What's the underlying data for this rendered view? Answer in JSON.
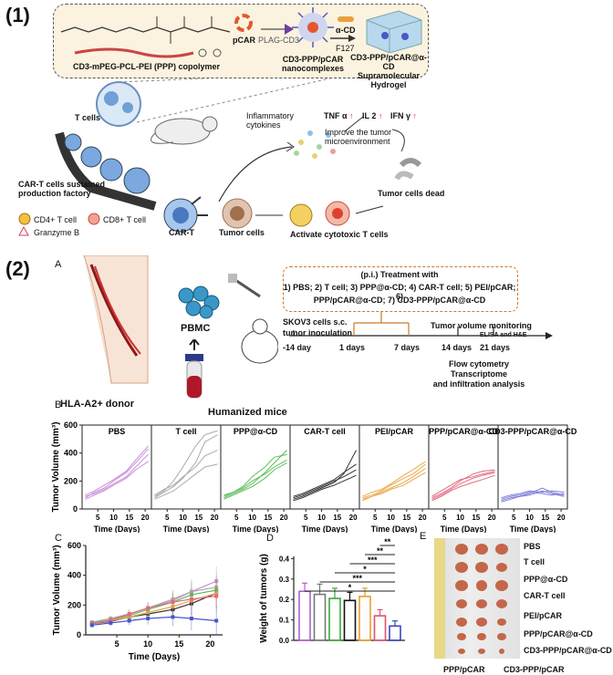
{
  "panel1": {
    "label": "(1)",
    "copolymer_label": "CD3-mPEG-PCL-PEI (PPP) copolymer",
    "pcar": "pCAR",
    "plag": "PLAG-CD3",
    "nano_label": "CD3-PPP/pCAR nanocomplexes",
    "acd": "α-CD",
    "f127": "F127",
    "hydrogel_label1": "CD3-PPP/pCAR@α-CD",
    "hydrogel_label2": "Supramolecular Hydrogel",
    "tcells": "T cells",
    "factory1": "CAR-T cells sustained",
    "factory2": "production factory",
    "inflam1": "Inflammatory",
    "inflam2": "cytokines",
    "tnf": "TNF α",
    "il2": "IL 2",
    "ifn": "IFN γ",
    "improve1": "Improve the tumor",
    "improve2": "microenvironment",
    "dead": "Tumor cells dead",
    "cd4": "CD4+ T cell",
    "cd8": "CD8+ T cell",
    "granzyme": "Granzyme B",
    "cart": "CAR-T",
    "tumor": "Tumor cells",
    "activate": "Activate cytotoxic T cells"
  },
  "panel2": {
    "label": "(2)",
    "subA": "A",
    "subB": "B",
    "subC": "C",
    "subD": "D",
    "subE": "E",
    "pbmc": "PBMC",
    "donor": "HLA-A2+ donor",
    "humanized": "Humanized mice",
    "treat_title": "(p.i.) Treatment with",
    "treat_line1": "1) PBS; 2) T cell; 3) PPP@α-CD; 4) CAR-T cell; 5) PEI/pCAR; 6)",
    "treat_line2": "PPP/pCAR@α-CD; 7) CD3-PPP/pCAR@α-CD",
    "skov1": "SKOV3 cells s.c.",
    "skov2": "tumor inoculation",
    "monitor": "Tumor volume monitoring",
    "elisa": "ELISA and H&E",
    "flow1": "Flow cytometry",
    "flow2": "Transcriptome",
    "flow3": "and infiltration analysis",
    "timeline": [
      "-14 day",
      "1 days",
      "7 days",
      "14 days",
      "21 days"
    ]
  },
  "chart_data": [
    {
      "type": "line",
      "id": "B",
      "xlabel": "Time (Days)",
      "ylabel": "Tumor Volume (mm³)",
      "ylim": [
        0,
        600
      ],
      "yticks": [
        0,
        200,
        400,
        600
      ],
      "xticks": [
        5,
        10,
        15,
        20
      ],
      "x": [
        1,
        4,
        7,
        10,
        14,
        17,
        21
      ],
      "panels": [
        {
          "title": "PBS",
          "color": "#c98fd6",
          "lines": [
            [
              80,
              120,
              150,
              200,
              260,
              330,
              430
            ],
            [
              90,
              110,
              140,
              180,
              230,
              300,
              390
            ],
            [
              70,
              100,
              130,
              170,
              220,
              280,
              340
            ],
            [
              100,
              130,
              170,
              210,
              270,
              350,
              450
            ]
          ]
        },
        {
          "title": "T cell",
          "color": "#aaaaaa",
          "lines": [
            [
              90,
              130,
              200,
              300,
              450,
              530,
              560
            ],
            [
              80,
              120,
              160,
              220,
              330,
              480,
              530
            ],
            [
              100,
              140,
              170,
              230,
              300,
              380,
              420
            ],
            [
              70,
              100,
              130,
              180,
              250,
              300,
              320
            ]
          ]
        },
        {
          "title": "PPP@α-CD",
          "color": "#5cbd5c",
          "lines": [
            [
              80,
              110,
              140,
              180,
              260,
              330,
              420
            ],
            [
              90,
              120,
              150,
              200,
              250,
              300,
              350
            ],
            [
              70,
              100,
              130,
              160,
              220,
              280,
              330
            ],
            [
              100,
              120,
              160,
              230,
              300,
              370,
              390
            ]
          ]
        },
        {
          "title": "CAR-T cell",
          "color": "#333333",
          "lines": [
            [
              70,
              90,
              120,
              150,
              190,
              250,
              420
            ],
            [
              80,
              100,
              130,
              160,
              200,
              230,
              280
            ],
            [
              60,
              80,
              110,
              140,
              170,
              200,
              240
            ],
            [
              90,
              110,
              140,
              170,
              210,
              260,
              320
            ]
          ]
        },
        {
          "title": "PEI/pCAR",
          "color": "#e8a84a",
          "lines": [
            [
              80,
              100,
              130,
              170,
              220,
              250,
              320
            ],
            [
              70,
              90,
              120,
              150,
              190,
              230,
              290
            ],
            [
              90,
              120,
              140,
              180,
              240,
              280,
              340
            ],
            [
              60,
              90,
              110,
              140,
              170,
              210,
              260
            ]
          ]
        },
        {
          "title": "PPP/pCAR@α-CD",
          "color": "#e06a80",
          "lines": [
            [
              70,
              100,
              140,
              180,
              220,
              240,
              260
            ],
            [
              80,
              110,
              150,
              200,
              250,
              270,
              280
            ],
            [
              60,
              90,
              130,
              160,
              190,
              210,
              240
            ],
            [
              90,
              130,
              170,
              210,
              230,
              250,
              270
            ]
          ]
        },
        {
          "title": "CD3-PPP/pCAR@α-CD",
          "color": "#7d7fd6",
          "lines": [
            [
              60,
              80,
              90,
              110,
              150,
              120,
              100
            ],
            [
              70,
              90,
              100,
              120,
              110,
              100,
              110
            ],
            [
              50,
              70,
              90,
              100,
              130,
              110,
              90
            ],
            [
              80,
              100,
              110,
              130,
              120,
              130,
              120
            ]
          ]
        }
      ]
    },
    {
      "type": "line",
      "id": "C",
      "xlabel": "Time (Days)",
      "ylabel": "Tumor Volume (mm³)",
      "ylim": [
        0,
        600
      ],
      "yticks": [
        0,
        200,
        400,
        600
      ],
      "xticks": [
        5,
        10,
        15,
        20
      ],
      "x": [
        1,
        4,
        7,
        10,
        14,
        17,
        21
      ],
      "series": [
        {
          "color": "#c98fd6",
          "values": [
            80,
            100,
            140,
            180,
            230,
            290,
            360
          ]
        },
        {
          "color": "#aaaaaa",
          "values": [
            85,
            110,
            140,
            180,
            240,
            290,
            320
          ]
        },
        {
          "color": "#5cbd5c",
          "values": [
            80,
            100,
            130,
            170,
            220,
            270,
            300
          ]
        },
        {
          "color": "#333333",
          "values": [
            75,
            90,
            120,
            140,
            170,
            210,
            280
          ]
        },
        {
          "color": "#e8a84a",
          "values": [
            75,
            95,
            120,
            150,
            190,
            230,
            280
          ]
        },
        {
          "color": "#e06a80",
          "values": [
            75,
            100,
            140,
            180,
            220,
            240,
            260
          ]
        },
        {
          "color": "#4a55cc",
          "values": [
            65,
            80,
            95,
            110,
            120,
            110,
            95
          ]
        }
      ],
      "errors": [
        15,
        20,
        30,
        40,
        60,
        80,
        100
      ]
    },
    {
      "type": "bar",
      "id": "D",
      "ylabel": "Weight of tumors (g)",
      "ylim": [
        0,
        0.5
      ],
      "yticks": [
        0.0,
        0.1,
        0.2,
        0.3,
        0.4
      ],
      "values": [
        0.24,
        0.225,
        0.205,
        0.195,
        0.215,
        0.12,
        0.07
      ],
      "errors": [
        0.04,
        0.05,
        0.05,
        0.04,
        0.04,
        0.03,
        0.025
      ],
      "colors": [
        "#b15fd0",
        "#777777",
        "#3aa83a",
        "#111111",
        "#e6a030",
        "#e05070",
        "#3a45c0"
      ],
      "significance": [
        "**",
        "**",
        "***",
        "*",
        "***",
        "*"
      ]
    }
  ],
  "panelE": {
    "labels": [
      "PBS",
      "T cell",
      "PPP@α-CD",
      "CAR-T cell",
      "PEI/pCAR",
      "PPP/pCAR@α-CD",
      "CD3-PPP/pCAR@α-CD"
    ],
    "bottom_left": "PPP/pCAR",
    "bottom_right": "CD3-PPP/pCAR"
  }
}
